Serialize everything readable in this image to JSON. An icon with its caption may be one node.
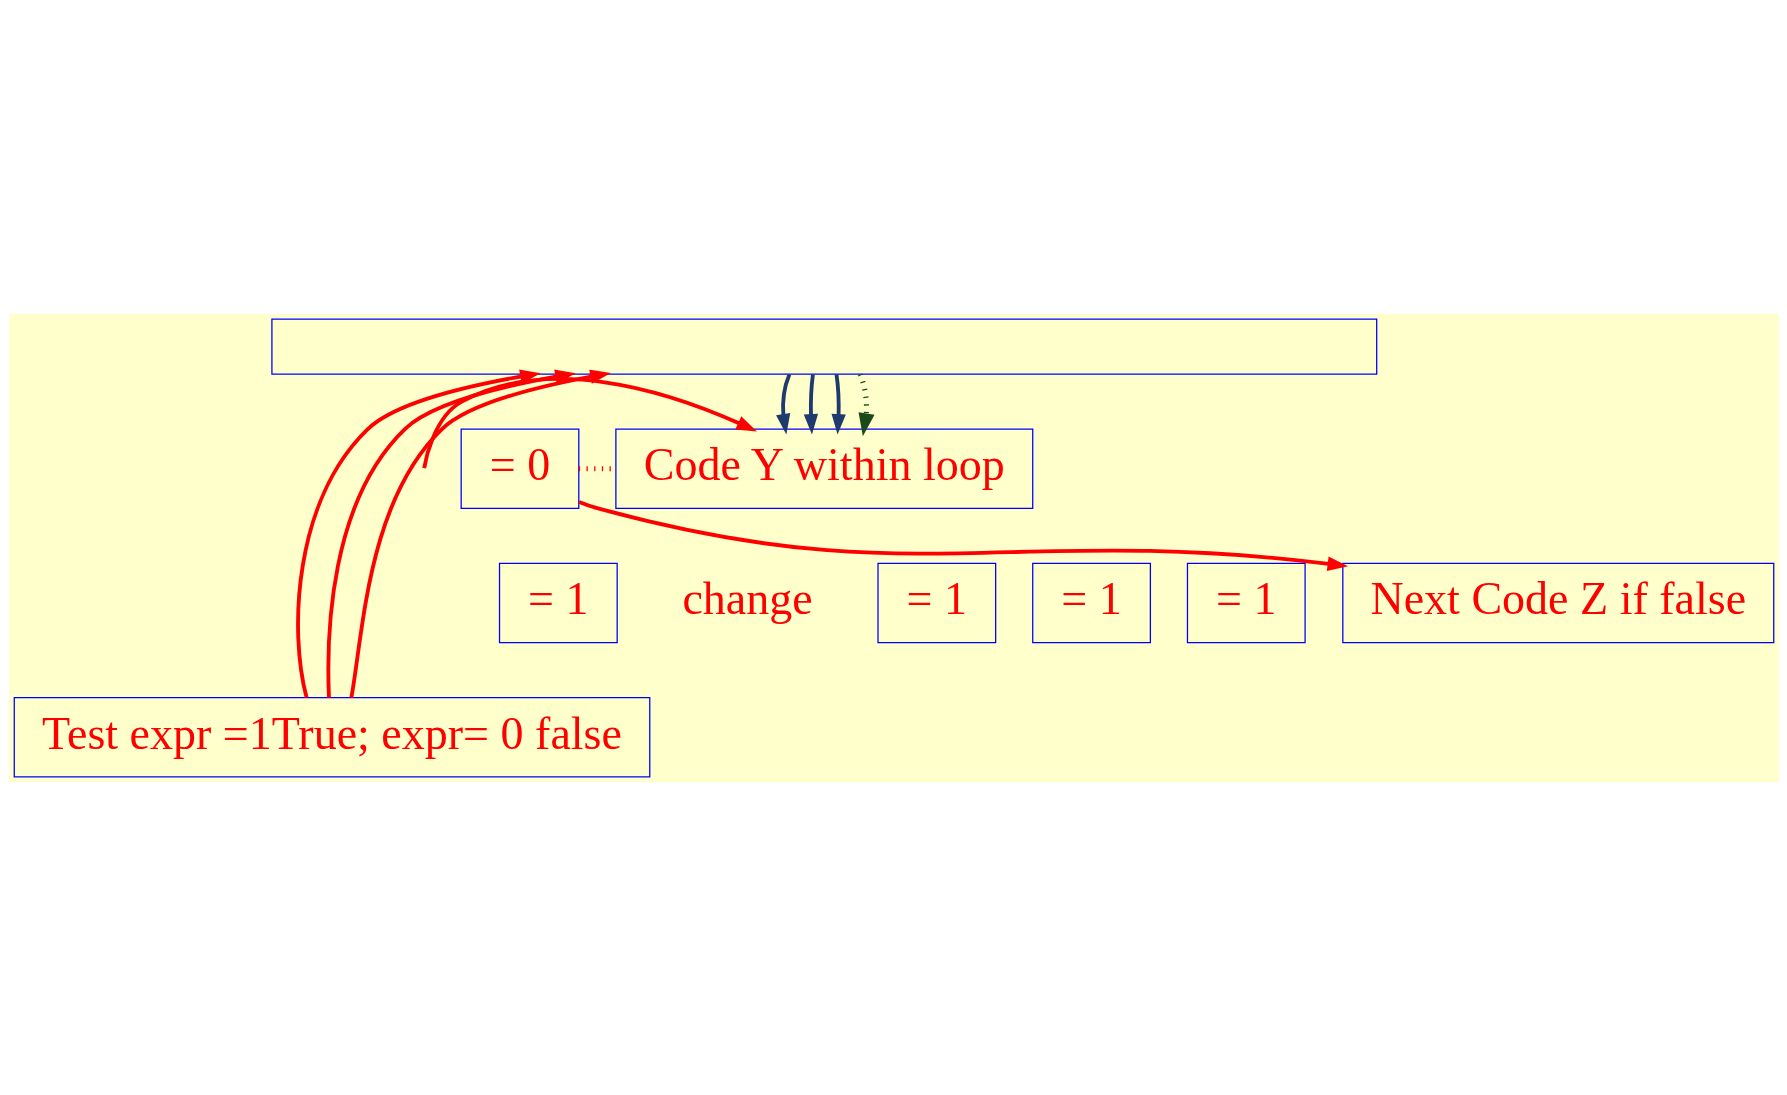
{
  "diagram": {
    "nodes": [
      {
        "text": [],
        "shape": "box"
      },
      {
        "text": [
          "= 1"
        ]
      },
      {
        "text": [
          "= 1"
        ]
      },
      {
        "text": [
          "= 1"
        ]
      },
      {
        "text": [
          "= 1"
        ]
      },
      {
        "text": [
          "= 0"
        ]
      },
      {
        "text": [
          "Code Y within loop"
        ]
      },
      {
        "text": [
          "Test expr =1True; expr= 0 false"
        ]
      },
      {
        "text": [
          "Next Code Z if false"
        ]
      }
    ],
    "edges": [
      {
        "from": 0,
        "to": 6,
        "arrow": "to",
        "color": "#1f3a6e"
      },
      {
        "from": 0,
        "to": 6,
        "arrow": "to",
        "color": "#1f3a6e"
      },
      {
        "from": 0,
        "to": 6,
        "arrow": "to",
        "color": "#1f3a6e"
      },
      {
        "from": 0,
        "to": 6,
        "arrow": "to",
        "color": "#1a4a1a",
        "style": "dashed"
      },
      {
        "from": 7,
        "to": 0,
        "arrow": "to"
      },
      {
        "from": 7,
        "to": 0,
        "arrow": "to"
      },
      {
        "from": 7,
        "to": 0,
        "arrow": "to"
      },
      {
        "from": 5,
        "to": 8,
        "arrow": "to"
      },
      {
        "from": null,
        "to": 6,
        "arrow": "to"
      },
      {
        "from": 6,
        "to": 5,
        "arrow": "none",
        "style": "dashed"
      }
    ],
    "labels": [
      "change"
    ]
  }
}
